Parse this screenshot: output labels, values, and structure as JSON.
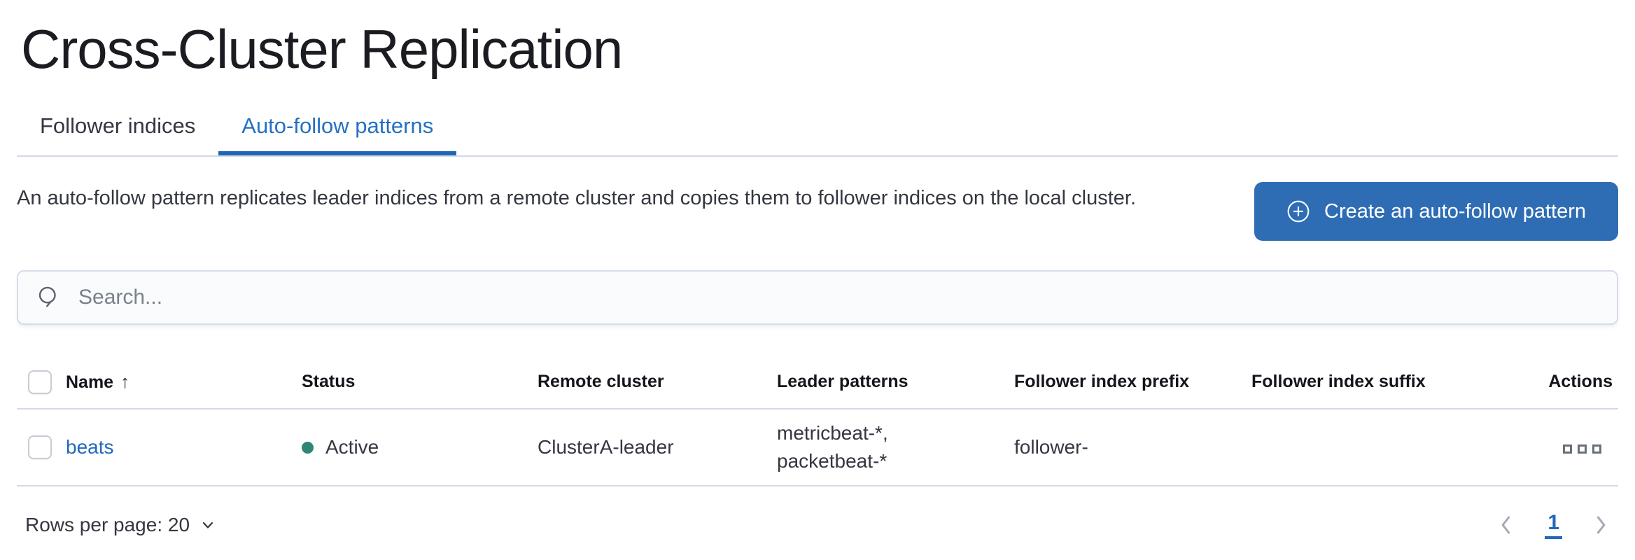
{
  "page": {
    "title": "Cross-Cluster Replication"
  },
  "tabs": [
    {
      "label": "Follower indices",
      "active": false
    },
    {
      "label": "Auto-follow patterns",
      "active": true
    }
  ],
  "intro": {
    "description": "An auto-follow pattern replicates leader indices from a remote cluster and copies them to follower indices on the local cluster.",
    "create_button_label": "Create an auto-follow pattern",
    "create_button_icon": "plus-in-circle-icon"
  },
  "search": {
    "placeholder": "Search...",
    "icon": "search-icon"
  },
  "table": {
    "columns": {
      "name": "Name",
      "status": "Status",
      "remote_cluster": "Remote cluster",
      "leader_patterns": "Leader patterns",
      "follower_index_prefix": "Follower index prefix",
      "follower_index_suffix": "Follower index suffix",
      "actions": "Actions"
    },
    "sort": {
      "column": "Name",
      "direction": "ascending",
      "icon": "sort-ascending-arrow"
    },
    "rows": [
      {
        "name": "beats",
        "status": "Active",
        "remote_cluster": "ClusterA-leader",
        "leader_patterns": [
          "metricbeat-*,",
          "packetbeat-*"
        ],
        "follower_index_prefix": "follower-",
        "follower_index_suffix": "",
        "actions_icon": "boxes-horizontal-icon"
      }
    ]
  },
  "footer": {
    "rows_per_page_label": "Rows per page: 20",
    "current_page": "1"
  },
  "colors": {
    "primary_button": "#2e6db4",
    "active_tab": "#2470c2",
    "link": "#2369b9",
    "status_active_dot": "#2f8672",
    "divider": "#d3dae6"
  }
}
